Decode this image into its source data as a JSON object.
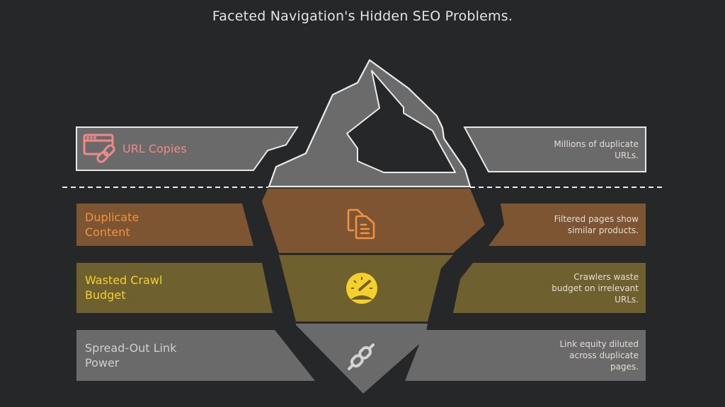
{
  "title": "Faceted Navigation's Hidden SEO Problems.",
  "colors": {
    "background": "#262729",
    "gray": "#6a6a6a",
    "brown": "#7d5532",
    "olive": "#6f6030",
    "url_copies": "#f08a8a",
    "duplicate": "#f0923e",
    "wasted": "#f5cf2a",
    "spread": "#c9c9c9"
  },
  "waterline": "dashed",
  "iceberg_tip": {
    "label": "URL Copies",
    "icon": "browser-link-icon",
    "description": "Millions of duplicate URLs."
  },
  "layers": [
    {
      "label_line1": "Duplicate",
      "label_line2": "Content",
      "icon": "documents-copy-icon",
      "desc_line1": "Filtered pages show",
      "desc_line2": "similar products."
    },
    {
      "label_line1": "Wasted Crawl",
      "label_line2": "Budget",
      "icon": "speedometer-icon",
      "desc_line1": "Crawlers waste",
      "desc_line2": "budget on irrelevant",
      "desc_line3": "URLs."
    },
    {
      "label_line1": "Spread-Out Link",
      "label_line2": "Power",
      "icon": "chain-link-icon",
      "desc_line1": "Link equity diluted",
      "desc_line2": "across duplicate",
      "desc_line3": "pages."
    }
  ]
}
